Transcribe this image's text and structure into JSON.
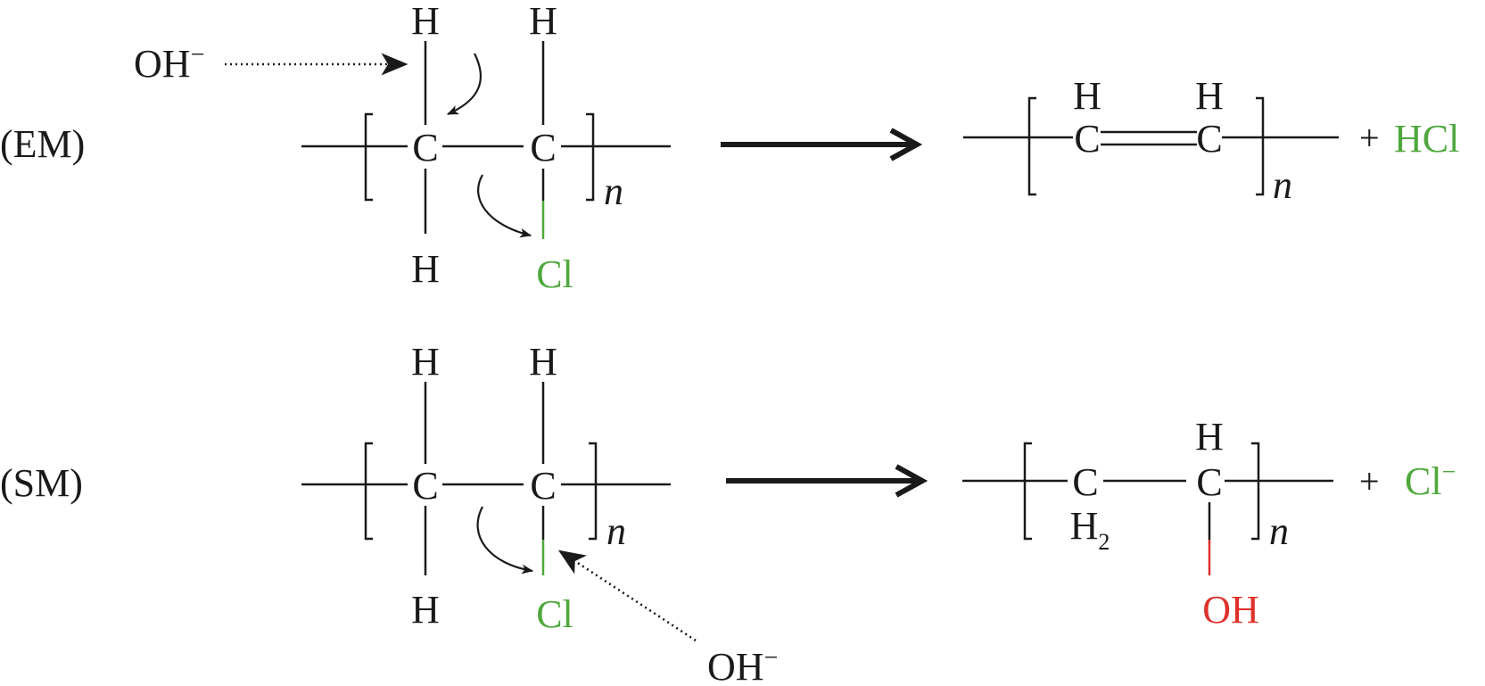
{
  "colors": {
    "ink": "#1a1a1a",
    "chlorine": "#4fa83d",
    "hydroxyl": "#e0302b"
  },
  "em": {
    "label": "(EM)",
    "reactant": {
      "c1": "C",
      "c2": "C",
      "h_top_1": "H",
      "h_top_2": "H",
      "h_bottom_1": "H",
      "cl": "Cl",
      "n": "n"
    },
    "attacker": {
      "ion": "OH",
      "charge": "−"
    },
    "product": {
      "h1": "H",
      "h2": "H",
      "c1": "C",
      "c2": "C",
      "n": "n"
    },
    "plus": "+",
    "byproduct": "HCl"
  },
  "sm": {
    "label": "(SM)",
    "reactant": {
      "c1": "C",
      "c2": "C",
      "h_top_1": "H",
      "h_top_2": "H",
      "h_bottom_1": "H",
      "cl": "Cl",
      "n": "n"
    },
    "attacker": {
      "ion": "OH",
      "charge": "−"
    },
    "product": {
      "c1": "C",
      "h2_main": "H",
      "h2_sub": "2",
      "h_top": "H",
      "c2": "C",
      "oh": "OH",
      "n": "n"
    },
    "plus": "+",
    "byproduct": {
      "ion": "Cl",
      "charge": "−"
    }
  }
}
